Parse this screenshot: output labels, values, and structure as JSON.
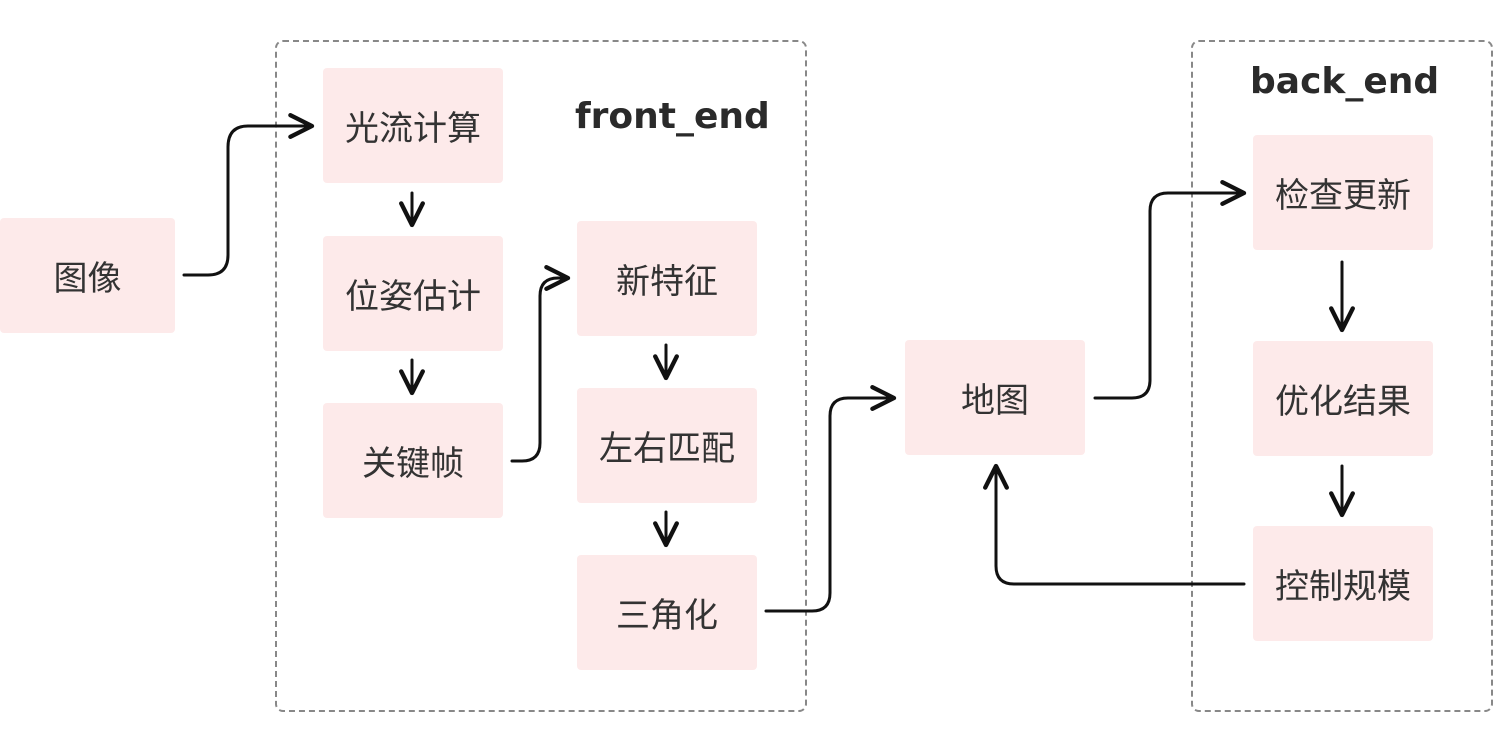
{
  "groups": {
    "front_end": {
      "title": "front_end"
    },
    "back_end": {
      "title": "back_end"
    }
  },
  "nodes": {
    "image": "图像",
    "optical_flow": "光流计算",
    "pose_estimation": "位姿估计",
    "keyframe": "关键帧",
    "new_features": "新特征",
    "stereo_matching": "左右匹配",
    "triangulation": "三角化",
    "map": "地图",
    "check_update": "检查更新",
    "optimize_result": "优化结果",
    "control_scale": "控制规模"
  },
  "colors": {
    "node_fill": "#fdeaea",
    "edge": "#111111",
    "group_border": "#888888"
  }
}
